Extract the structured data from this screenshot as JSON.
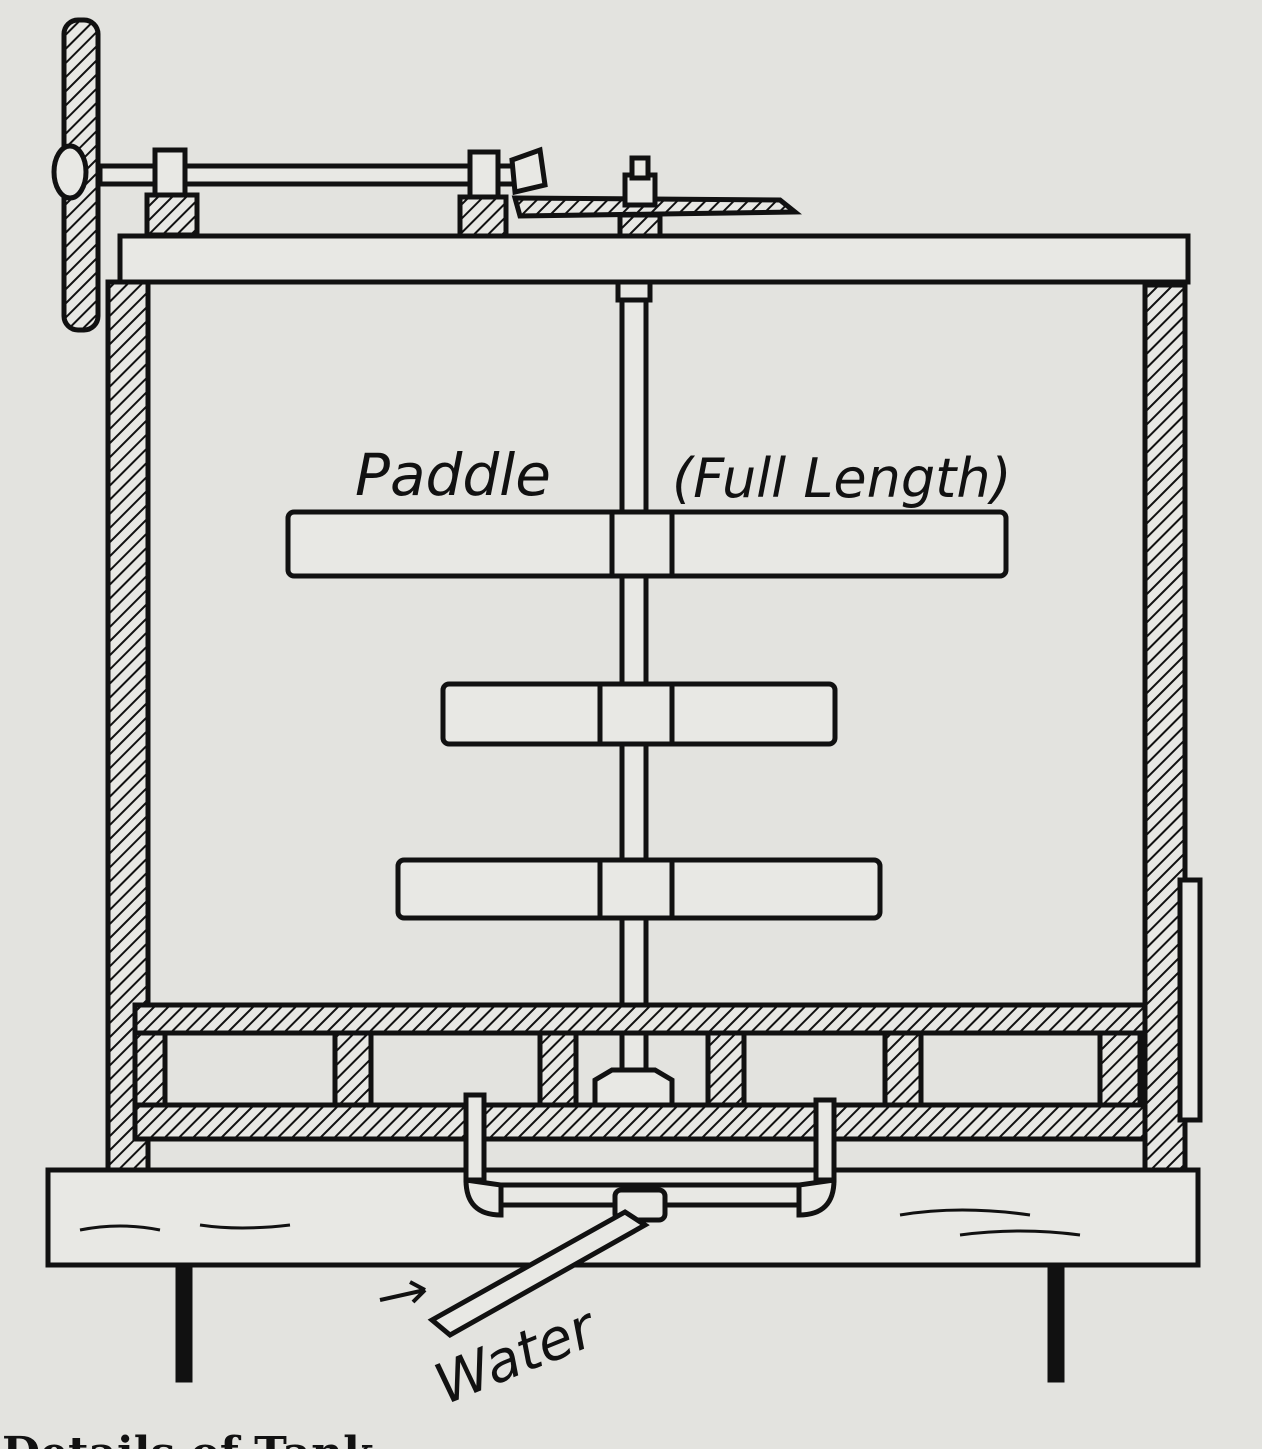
{
  "figure": {
    "labels": {
      "paddle": "Paddle",
      "full_length": "(Full Length)",
      "water": "Water"
    },
    "caption": "Details of Tank"
  }
}
